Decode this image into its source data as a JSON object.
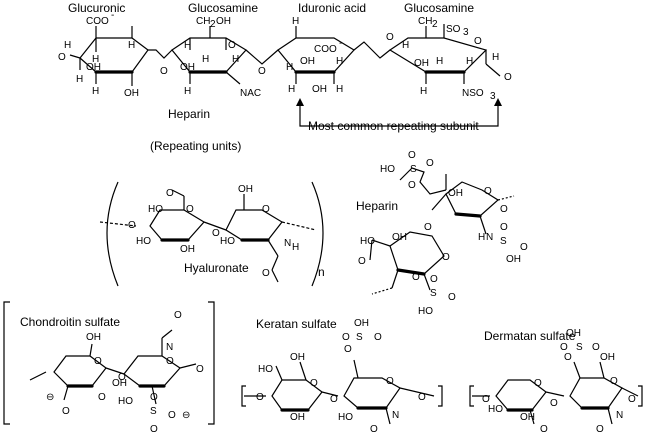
{
  "top": {
    "unit_labels": [
      "Glucuronic",
      "Glucosamine",
      "Iduronic acid",
      "Glucosamine"
    ],
    "title": "Heparin",
    "subtitle": "(Repeating units)",
    "callout": "Most common repeating subunit",
    "atoms": {
      "coo_minus": "COO",
      "minus": "-",
      "ch2oh": "CH",
      "sub2": "2",
      "oh_tail": "OH",
      "ch2so3": "CH",
      "so3": "SO",
      "sub3": "3",
      "nac": "NAC",
      "nso3": "NSO",
      "h": "H",
      "oh": "OH",
      "o": "O"
    }
  },
  "structures": {
    "hyaluronate": "Hyaluronate",
    "repeat_n": "n",
    "heparin": "Heparin",
    "chondroitin": "Chondroitin sulfate",
    "keratan": "Keratan sulfate",
    "dermatan": "Dermatan sulfate"
  },
  "atoms": {
    "o": "O",
    "oh": "OH",
    "ho": "HO",
    "h": "H",
    "n": "N",
    "s": "S",
    "minus": "⊖"
  }
}
